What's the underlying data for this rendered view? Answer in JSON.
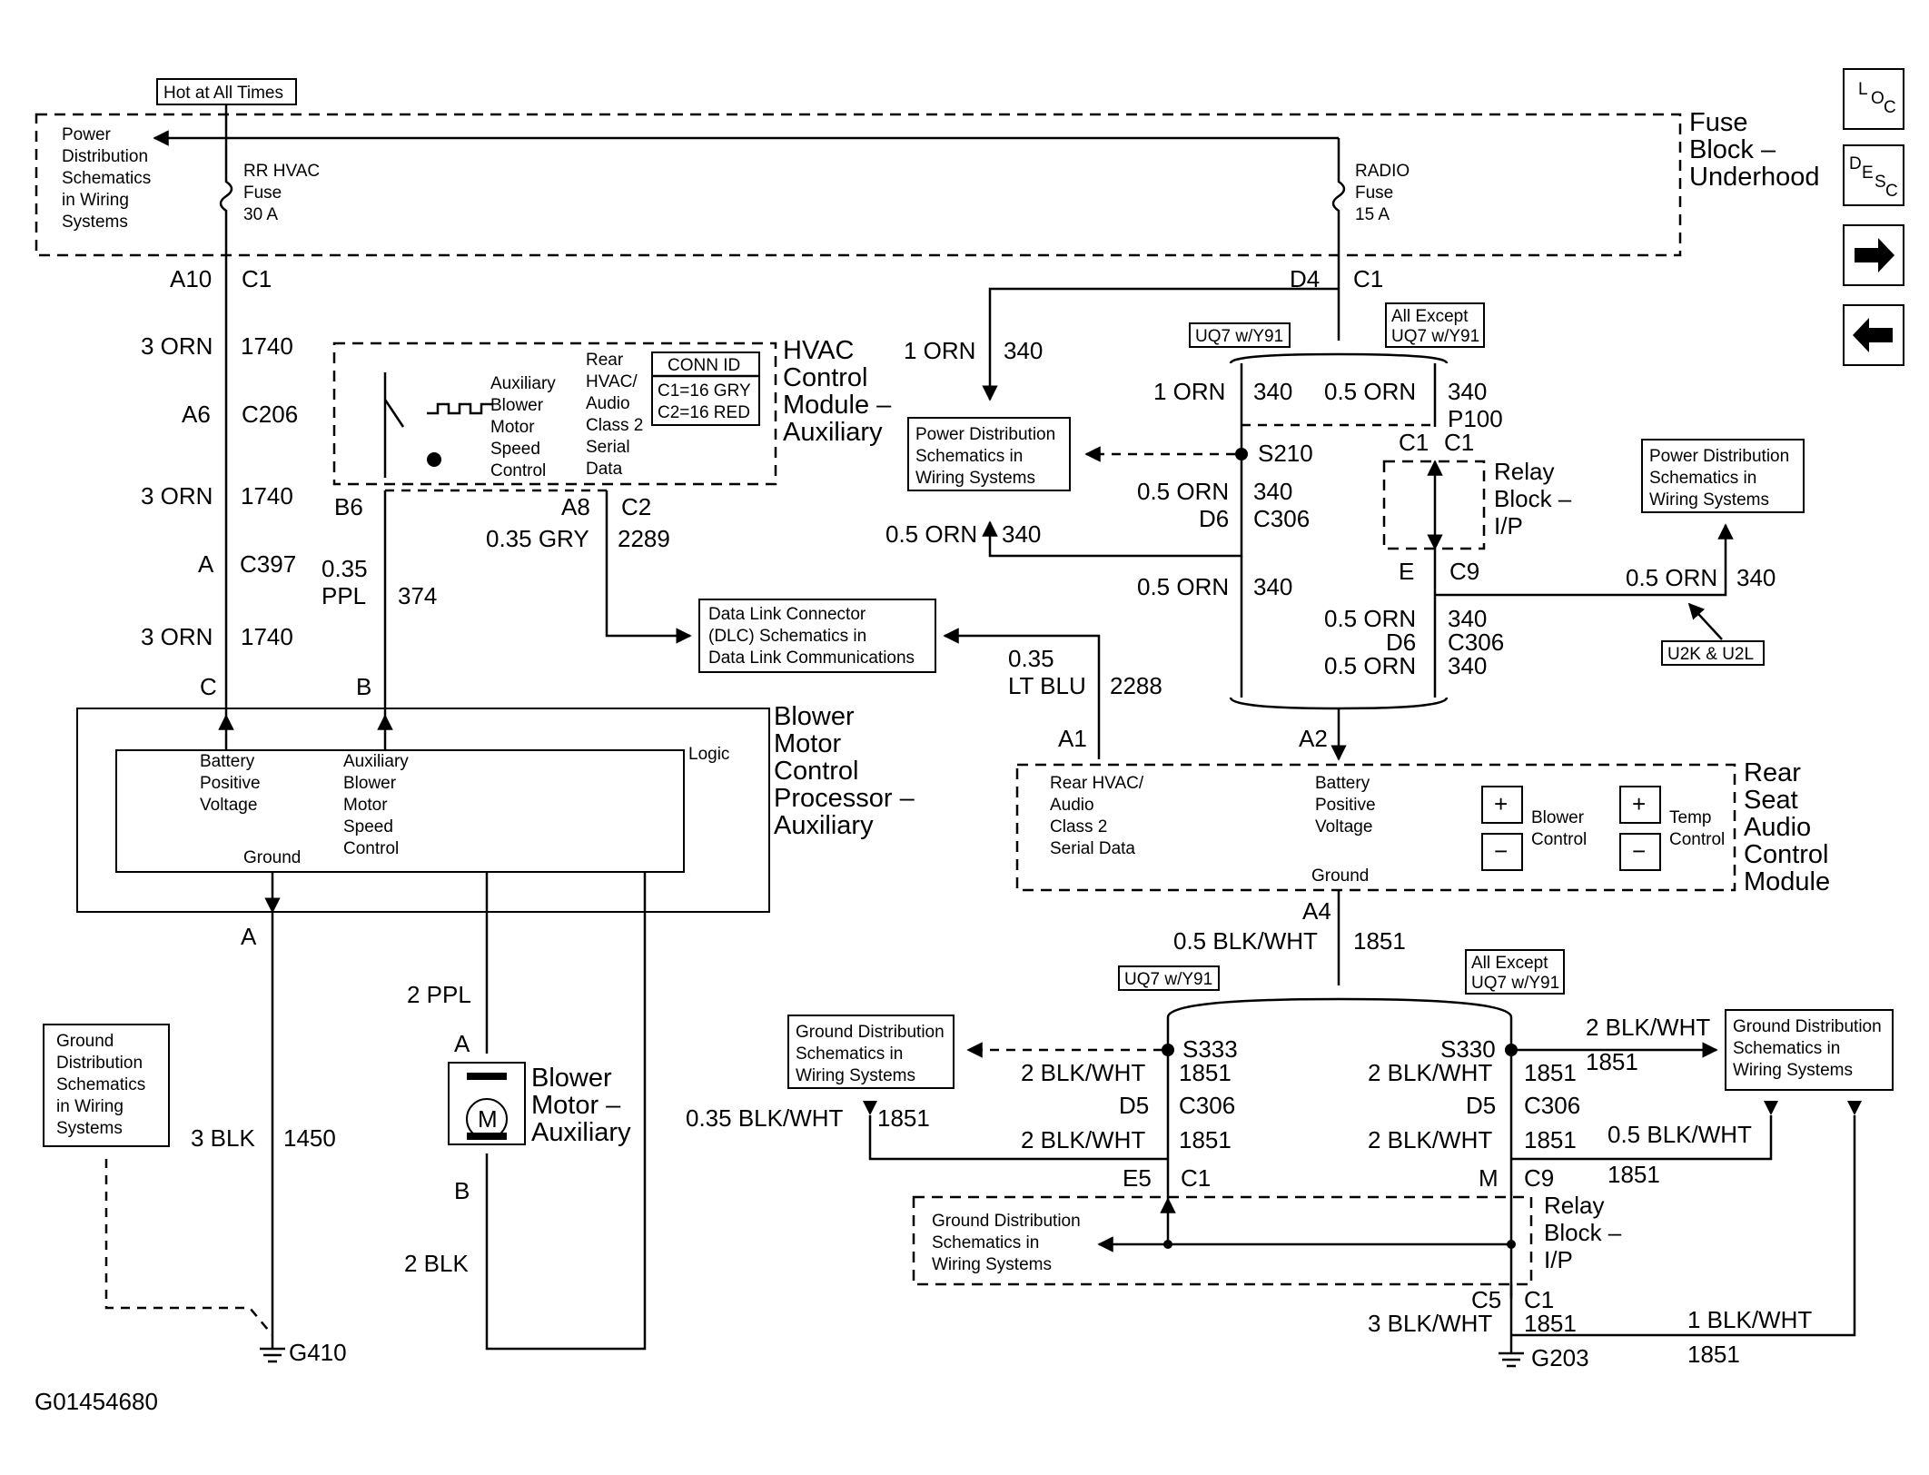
{
  "header": {
    "hot_label": "Hot at All Times"
  },
  "fuse_block": {
    "title": [
      "Fuse",
      "Block –",
      "Underhood"
    ],
    "power_dist_note": [
      "Power",
      "Distribution",
      "Schematics",
      "in Wiring",
      "Systems"
    ],
    "rr_hvac_fuse": [
      "RR HVAC",
      "Fuse",
      "30 A"
    ],
    "radio_fuse": [
      "RADIO",
      "Fuse",
      "15 A"
    ]
  },
  "nav": {
    "loc": "LOC",
    "desc": "DESC",
    "next": "→",
    "prev": "←"
  },
  "left_circuit": {
    "a10": "A10",
    "c1": "C1",
    "w1_gauge": "3 ORN",
    "w1_circuit": "1740",
    "a6": "A6",
    "c206": "C206",
    "w2_gauge": "3 ORN",
    "w2_circuit": "1740",
    "a": "A",
    "c397": "C397",
    "w3_gauge": "3 ORN",
    "w3_circuit": "1740",
    "pin_c": "C"
  },
  "hvac_module": {
    "title": [
      "HVAC",
      "Control",
      "Module –",
      "Auxiliary"
    ],
    "inner_left": [
      "Auxiliary",
      "Blower",
      "Motor",
      "Speed",
      "Control"
    ],
    "inner_right": [
      "Rear",
      "HVAC/",
      "Audio",
      "Class 2",
      "Serial",
      "Data"
    ],
    "conn_id_title": "CONN ID",
    "conn_id_lines": [
      "C1=16 GRY",
      "C2=16 RED"
    ],
    "b6": "B6",
    "a8": "A8",
    "c2": "C2",
    "w_gry_gauge": "0.35 GRY",
    "w_gry_circuit": "2289",
    "w_ppl_gauge": [
      "0.35",
      "PPL"
    ],
    "w_ppl_circuit": "374",
    "pin_b": "B"
  },
  "dlc": {
    "text": [
      "Data Link Connector",
      "(DLC) Schematics in",
      "Data Link Communications"
    ]
  },
  "blower_processor": {
    "title": [
      "Blower",
      "Motor",
      "Control",
      "Processor –",
      "Auxiliary"
    ],
    "battery": [
      "Battery",
      "Positive",
      "Voltage"
    ],
    "aux_speed": [
      "Auxiliary",
      "Blower",
      "Motor",
      "Speed",
      "Control"
    ],
    "logic": "Logic",
    "ground": "Ground",
    "pin_a": "A",
    "w_blk_gauge": "3 BLK",
    "w_blk_circuit": "1450",
    "w_ppl2": "2 PPL",
    "w_blk2": "2 BLK"
  },
  "blower_motor": {
    "title": [
      "Blower",
      "Motor –",
      "Auxiliary"
    ],
    "motor_symbol": "M",
    "pin_a": "A",
    "pin_b": "B"
  },
  "ground_left": {
    "note": [
      "Ground",
      "Distribution",
      "Schematics",
      "in Wiring",
      "Systems"
    ],
    "g410": "G410"
  },
  "right_top": {
    "d4": "D4",
    "c1": "C1",
    "w_1orn_gauge": "1 ORN",
    "w_1orn_circuit": "340",
    "uq7": "UQ7 w/Y91",
    "all_except": [
      "All Except",
      "UQ7 w/Y91"
    ],
    "s210_w1_gauge": "1 ORN",
    "s210_w1_circuit": "340",
    "p100_w_gauge": "0.5 ORN",
    "p100_w_circuit": "340",
    "p100": "P100",
    "s210": "S210",
    "c1_left": "C1",
    "c1_right": "C1",
    "pd_note": [
      "Power Distribution",
      "Schematics in",
      "Wiring Systems"
    ],
    "d6_w_gauge": "0.5 ORN",
    "d6_w_circuit": "340",
    "d6": "D6",
    "c306": "C306",
    "back_w_gauge": "0.5 ORN",
    "back_w_circuit": "340",
    "relay_block": [
      "Relay",
      "Block –",
      "I/P"
    ],
    "e": "E",
    "c9": "C9",
    "pd_note2": [
      "Power Distribution",
      "Schematics in",
      "Wiring Systems"
    ],
    "to_pd2_gauge": "0.5 ORN",
    "to_pd2_circuit": "340",
    "u2k": "U2K & U2L",
    "mid_w_gauge": "0.5 ORN",
    "mid_w_circuit": "340",
    "right_w1_gauge": "0.5 ORN",
    "right_w1_circuit": "340",
    "d6b": "D6",
    "c306b": "C306",
    "right_w2_gauge": "0.5 ORN",
    "right_w2_circuit": "340",
    "dlc_w_gauge": [
      "0.35",
      "LT BLU"
    ],
    "dlc_w_circuit": "2288",
    "a1": "A1",
    "a2": "A2"
  },
  "rear_seat_module": {
    "title": [
      "Rear",
      "Seat",
      "Audio",
      "Control",
      "Module"
    ],
    "serial": [
      "Rear HVAC/",
      "Audio",
      "Class 2",
      "Serial Data"
    ],
    "battery": [
      "Battery",
      "Positive",
      "Voltage"
    ],
    "blower_control": [
      "Blower",
      "Control"
    ],
    "temp_control": [
      "Temp",
      "Control"
    ],
    "plus": "+",
    "minus": "−",
    "ground": "Ground",
    "a4": "A4",
    "w_gauge": "0.5 BLK/WHT",
    "w_circuit": "1851"
  },
  "ground_right": {
    "uq7": "UQ7 w/Y91",
    "all_except": [
      "All Except",
      "UQ7 w/Y91"
    ],
    "gd_note_left": [
      "Ground Distribution",
      "Schematics in",
      "Wiring Systems"
    ],
    "gd_note_right": [
      "Ground Distribution",
      "Schematics in",
      "Wiring Systems"
    ],
    "s333": "S333",
    "s330": "S330",
    "s333_w_gauge": "2 BLK/WHT",
    "s333_w_circuit": "1851",
    "s330_w_gauge": "2 BLK/WHT",
    "s330_w_circuit": "1851",
    "gd_right_w_gauge": "2 BLK/WHT",
    "gd_right_w_circuit": "1851",
    "d5a": "D5",
    "c306a": "C306",
    "d5b": "D5",
    "c306b": "C306",
    "left_w_gauge": "0.35 BLK/WHT",
    "left_w_circuit": "1851",
    "e5_w_gauge": "2 BLK/WHT",
    "e5_w_circuit": "1851",
    "m_w_gauge": "2 BLK/WHT",
    "m_w_circuit": "1851",
    "right_w_gauge": "0.5 BLK/WHT",
    "right_w_circuit": "1851",
    "e5": "E5",
    "c1": "C1",
    "m": "M",
    "c9": "C9",
    "gd_note_bottom": [
      "Ground Distribution",
      "Schematics in",
      "Wiring Systems"
    ],
    "relay_block": [
      "Relay",
      "Block –",
      "I/P"
    ],
    "c5": "C5",
    "c1b": "C1",
    "bottom_w_gauge": "3 BLK/WHT",
    "bottom_w_circuit": "1851",
    "g203": "G203",
    "far_w_gauge": "1 BLK/WHT",
    "far_w_circuit": "1851"
  },
  "footer": {
    "figure_id": "G01454680"
  }
}
